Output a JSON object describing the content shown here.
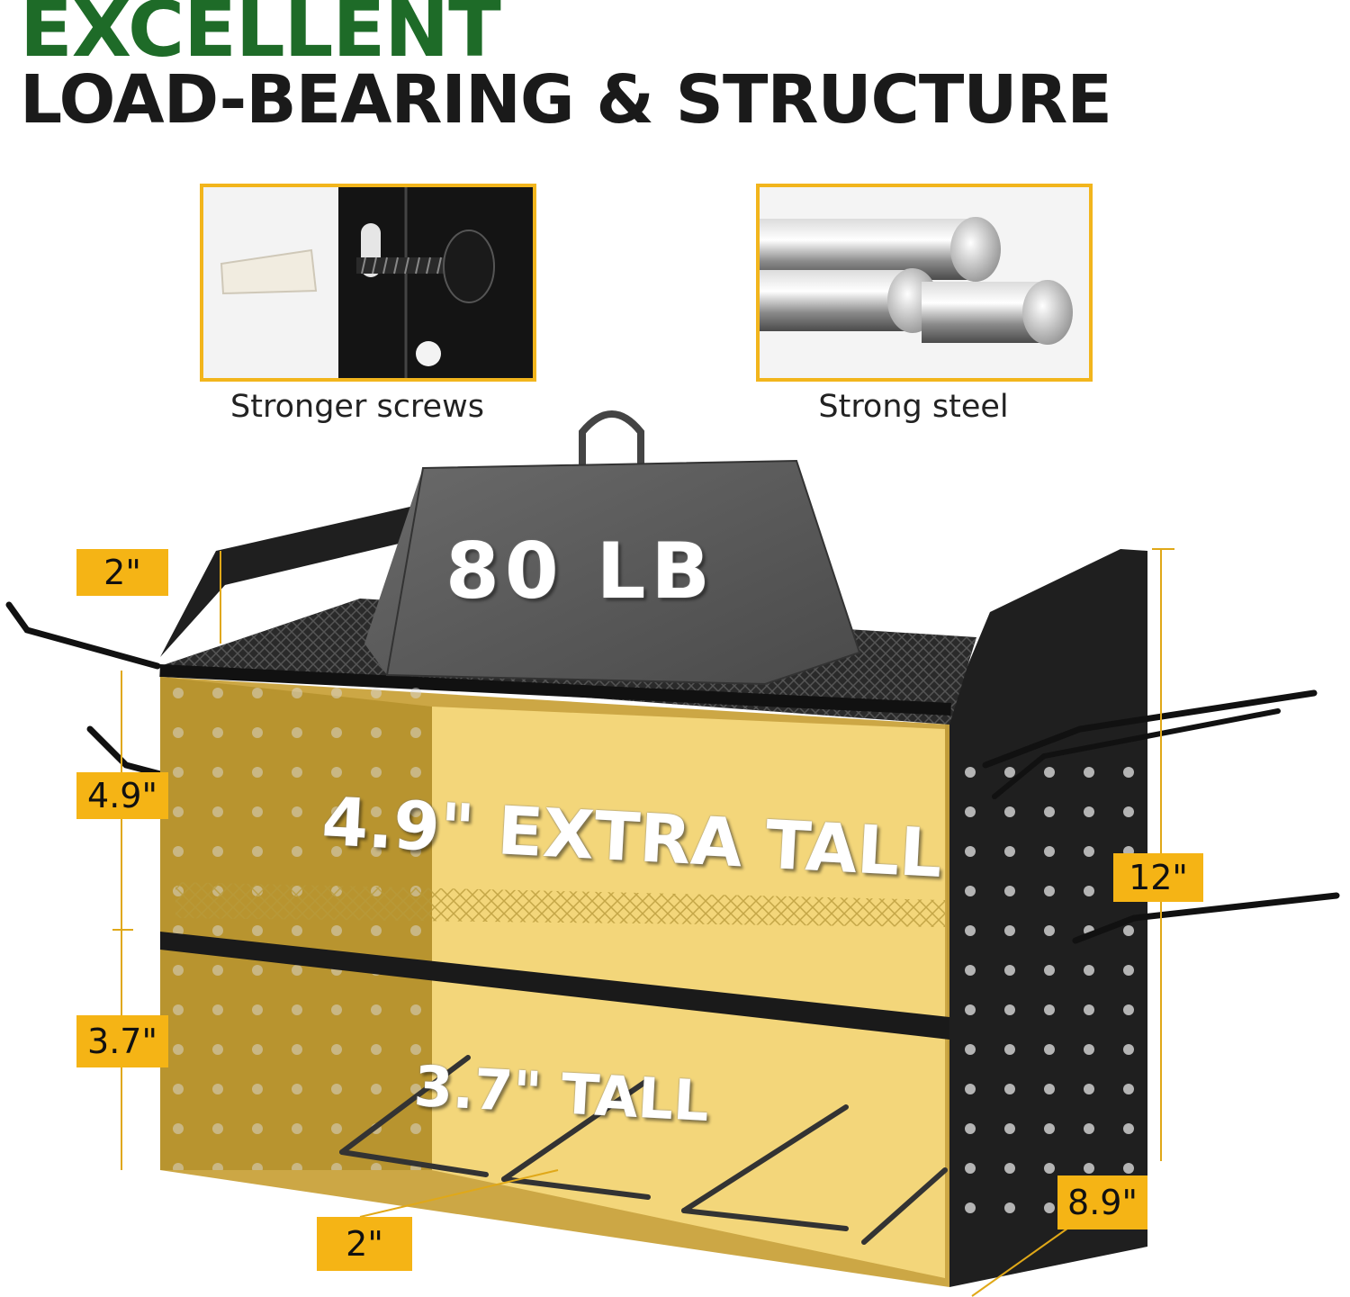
{
  "heading": {
    "line1": "EXCELLENT",
    "line2": "LOAD-BEARING & STRUCTURE"
  },
  "insets": [
    {
      "caption": "Stronger screws",
      "icon": "screw-icon"
    },
    {
      "caption": "Strong steel",
      "icon": "steel-bars-icon"
    }
  ],
  "weight": {
    "label": "80 LB"
  },
  "shelf_labels": {
    "upper": "4.9\" EXTRA TALL",
    "lower": "3.7\" TALL"
  },
  "dimensions": {
    "rim_height": "2\"",
    "upper_height": "4.9\"",
    "lower_height": "3.7\"",
    "total_height": "12\"",
    "depth": "8.9\"",
    "slot_width": "2\""
  },
  "colors": {
    "accent": "#f5b415",
    "heading_green": "#1e6b28",
    "rack_black": "#1f1f1f",
    "highlight": "#f3d67a"
  }
}
